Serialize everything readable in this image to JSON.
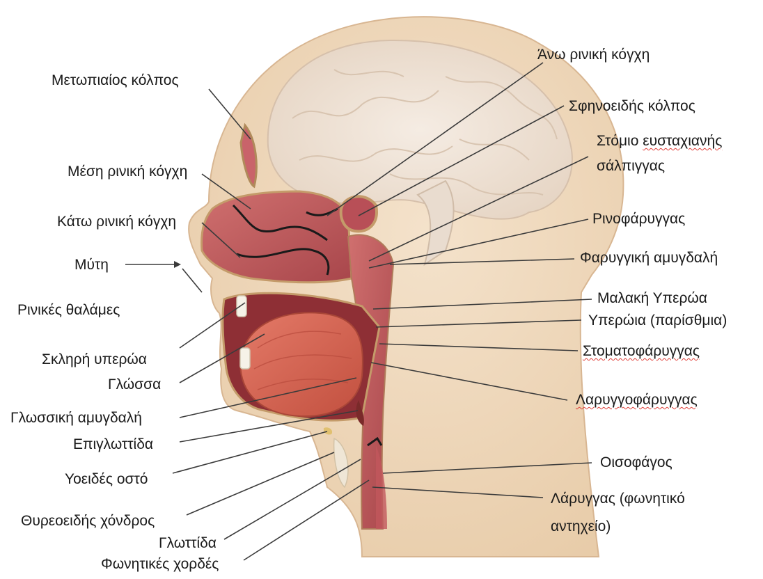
{
  "labels_left": [
    {
      "id": "frontal-sinus",
      "text": "Μετωπιαίος κόλπος"
    },
    {
      "id": "middle-concha",
      "text": "Μέση ρινική κόγχη"
    },
    {
      "id": "inferior-concha",
      "text": "Κάτω ρινική κόγχη"
    },
    {
      "id": "nose",
      "text": "Μύτη"
    },
    {
      "id": "nasal-chambers",
      "text": "Ρινικές θαλάμες"
    },
    {
      "id": "hard-palate",
      "text": "Σκληρή υπερώα"
    },
    {
      "id": "tongue",
      "text": "Γλώσσα"
    },
    {
      "id": "lingual-tonsil",
      "text": "Γλωσσική αμυγδαλή"
    },
    {
      "id": "epiglottis",
      "text": "Επιγλωττίδα"
    },
    {
      "id": "hyoid",
      "text": "Υοειδές οστό"
    },
    {
      "id": "thyroid-cartilage",
      "text": "Θυρεοειδής χόνδρος"
    },
    {
      "id": "glottis",
      "text": "Γλωττίδα"
    },
    {
      "id": "vocal-cords",
      "text": "Φωνητικές χορδές"
    }
  ],
  "labels_right": [
    {
      "id": "superior-concha",
      "text": "Άνω ρινική κόγχη"
    },
    {
      "id": "sphenoid-sinus",
      "text": "Σφηνοειδής κόλπος"
    },
    {
      "id": "eustachian-1",
      "text": "Στόμιο ευσταχιανής"
    },
    {
      "id": "eustachian-2",
      "text": "σάλπιγγας"
    },
    {
      "id": "nasopharynx",
      "text": "Ρινοφάρυγγας"
    },
    {
      "id": "pharyngeal-tonsil",
      "text": "Φαρυγγική αμυγδαλή"
    },
    {
      "id": "soft-palate",
      "text": "Μαλακή Υπερώα"
    },
    {
      "id": "palatine-tonsil",
      "text": "Υπερώια (παρίσθμια)"
    },
    {
      "id": "oropharynx",
      "text": "Στοματοφάρυγγας"
    },
    {
      "id": "laryngopharynx",
      "text": "Λαρυγγοφάρυγγας"
    },
    {
      "id": "esophagus",
      "text": "Οισοφάγος"
    },
    {
      "id": "larynx-1",
      "text": "Λάρυγγας (φωνητικό"
    },
    {
      "id": "larynx-2",
      "text": "αντηχείο)"
    }
  ],
  "colors": {
    "skin": "#f1dcc2",
    "brain": "#f0e3d6",
    "airway": "#c45a5c",
    "tongue": "#d8685a",
    "leader": "#3b3b3b",
    "spellcheck": "#e0403a"
  }
}
